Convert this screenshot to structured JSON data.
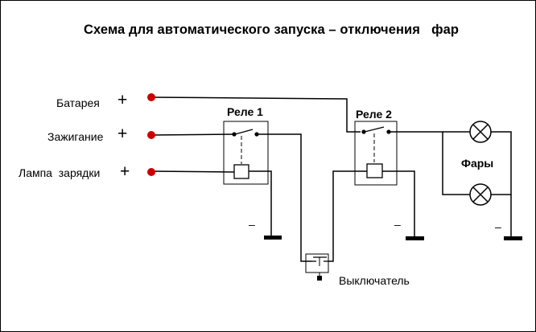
{
  "title": "Схема для автоматического запуска – отключения   фар",
  "inputs": [
    {
      "label": "Батарея",
      "sign": "+"
    },
    {
      "label": "Зажигание",
      "sign": "+"
    },
    {
      "label": "Лампа  зарядки",
      "sign": "+"
    }
  ],
  "relays": [
    {
      "name": "Реле 1"
    },
    {
      "name": "Реле 2"
    }
  ],
  "headlights_label": "Фары",
  "switch_label": "Выключатель",
  "ground_symbol": "–",
  "colors": {
    "terminal": "#cc0000",
    "wire": "#000000",
    "background": "#ffffff"
  }
}
